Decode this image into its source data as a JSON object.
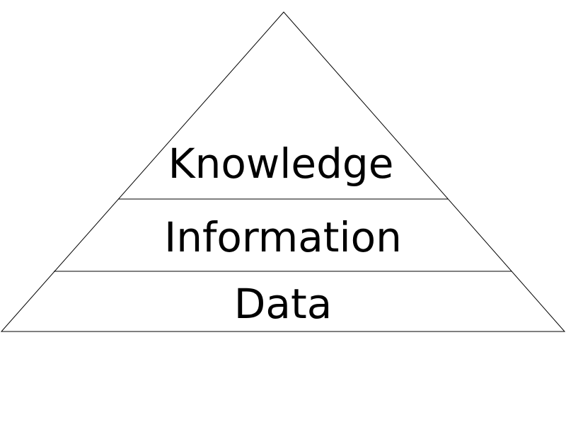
{
  "pyramid": {
    "tiers": [
      {
        "label": "Knowledge"
      },
      {
        "label": "Information"
      },
      {
        "label": "Data"
      }
    ],
    "colors": {
      "stroke": "#000000",
      "text": "#000000",
      "background": "#ffffff"
    }
  }
}
